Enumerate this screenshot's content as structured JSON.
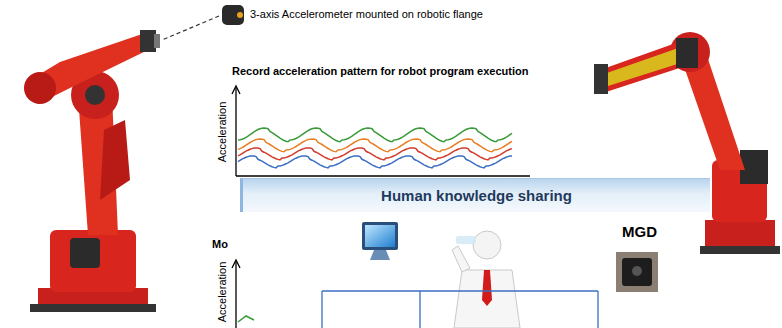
{
  "diagram": {
    "nodes": [
      {
        "text": [
          "Human knowledge sharing"
        ]
      }
    ],
    "labels": [
      "3-axis Accelerometer mounted on robotic flange",
      "Record acceleration pattern for robot program execution",
      "Acceleration",
      "Mo",
      "Acceleration",
      "MGD"
    ]
  }
}
